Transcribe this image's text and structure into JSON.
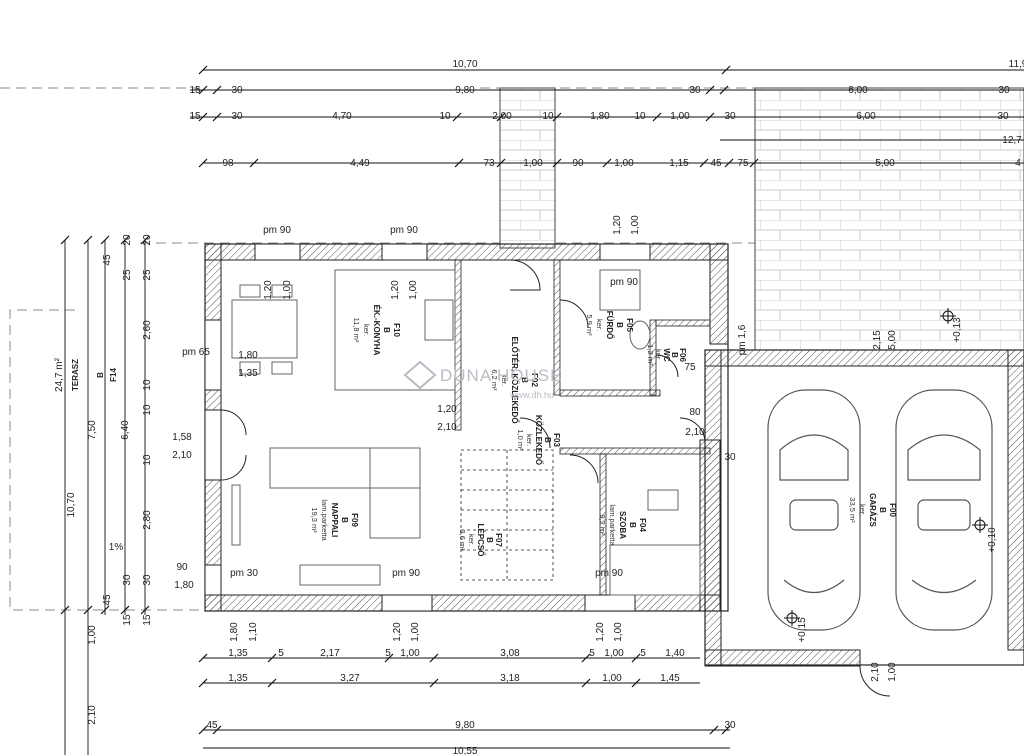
{
  "dims_top": {
    "row1": [
      "10,70",
      "11,9"
    ],
    "row2": [
      "15",
      "30",
      "9,80",
      "30",
      "6,00",
      "30"
    ],
    "row3": [
      "15",
      "30",
      "4,70",
      "10",
      "2,00",
      "10",
      "1,80",
      "10",
      "1,00",
      "30",
      "6,00",
      "30"
    ],
    "row3b": "12,7",
    "row4": [
      "98",
      "4,49",
      "73",
      "1,00",
      "90",
      "1,00",
      "1,15",
      "45",
      "75",
      "5,00",
      "4"
    ]
  },
  "dims_left": {
    "total": "24,7 m²",
    "f14": "F14",
    "f14b": "B",
    "terasz": "TERASZ",
    "v_10_70": "10,70",
    "v_7_50": "7,50",
    "v_6_40": "6,40",
    "v_2_60": "2,60",
    "v_2_80": "2,80",
    "v_1_00": "1,00",
    "v_2_10": "2,10",
    "small": [
      "20",
      "20",
      "45",
      "25",
      "25",
      "10",
      "10",
      "10",
      "30",
      "30",
      "45",
      "15",
      "15",
      "1%"
    ]
  },
  "dims_bottom": {
    "row1": [
      "1,35",
      "5",
      "2,17",
      "5",
      "1,00",
      "3,08",
      "5",
      "1,00",
      "5",
      "1,40"
    ],
    "row2": [
      "1,35",
      "3,27",
      "3,18",
      "1,00",
      "1,45"
    ],
    "row3": [
      "45",
      "9,80",
      "30"
    ],
    "row4": "10,55"
  },
  "openings": {
    "pm90": "pm 90",
    "pm65": "pm 65",
    "pm30": "pm 30",
    "pm16": "pm 1,6",
    "v120": "1,20",
    "v100": "1,00",
    "v180": "1,80",
    "v135": "1,35",
    "v110": "1,10",
    "v210": "2,10",
    "v158": "1,58",
    "v90": "90",
    "v75": "75",
    "v80": "80",
    "v30": "30",
    "v500": "5,00",
    "v215": "2,15",
    "v013": "+0,13",
    "v010": "+0,10",
    "v015": "+0,15"
  },
  "rooms": [
    {
      "code": "F10",
      "b": "B",
      "name": "ÉK.-KONYHA",
      "floor": "ker.",
      "area": "11,8 m²"
    },
    {
      "code": "F02",
      "b": "B",
      "name": "ELŐTÉR, KÖZLEKEDŐ",
      "floor": "ker.",
      "area": "6,2 m²"
    },
    {
      "code": "F05",
      "b": "B",
      "name": "FÜRDŐ",
      "floor": "ker.",
      "area": "5,9 m²"
    },
    {
      "code": "F06",
      "b": "B",
      "name": "WC",
      "floor": "ker.",
      "area": "1,2 m²"
    },
    {
      "code": "F03",
      "b": "B",
      "name": "KÖZLEKEDŐ",
      "floor": "ker.",
      "area": "1,0 m²"
    },
    {
      "code": "F09",
      "b": "B",
      "name": "NAPPALI",
      "floor": "lam.parketta",
      "area": "19,3 m²"
    },
    {
      "code": "F07",
      "b": "B",
      "name": "LÉPCSŐ",
      "floor": "ker.",
      "area": "3,6 m²"
    },
    {
      "code": "F04",
      "b": "B",
      "name": "SZOBA",
      "floor": "lam.parketta",
      "area": "9,2 m²"
    },
    {
      "code": "F00",
      "b": "B",
      "name": "GARÁZS",
      "floor": "ker.",
      "area": "33,5 m²"
    }
  ],
  "watermark": {
    "brand": "DUNA HOUSE",
    "url": "www.dh.hu"
  }
}
